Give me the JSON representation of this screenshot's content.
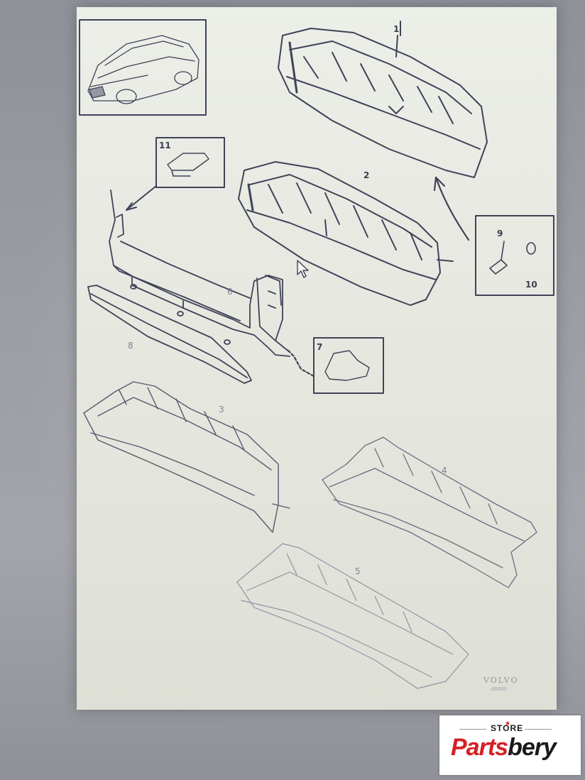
{
  "diagram": {
    "callouts": [
      {
        "id": "c1",
        "text": "1"
      },
      {
        "id": "c2",
        "text": "2"
      },
      {
        "id": "c3",
        "text": "3"
      },
      {
        "id": "c4",
        "text": "4"
      },
      {
        "id": "c5",
        "text": "5"
      },
      {
        "id": "c6",
        "text": "6"
      },
      {
        "id": "c7",
        "text": "7"
      },
      {
        "id": "c8",
        "text": "8"
      },
      {
        "id": "c9",
        "text": "9"
      },
      {
        "id": "c10",
        "text": "10"
      },
      {
        "id": "c11",
        "text": "11"
      }
    ],
    "brand_mark": "VOLVO",
    "brand_code": "00000"
  },
  "watermark": {
    "store_label": "STORE",
    "name_part1": "Parts",
    "name_part2": "bery",
    "accent_color": "#d61f26"
  },
  "colors": {
    "line": "#3f4357",
    "faint_line": "#8a8fa3",
    "paper": "#e8e9e2"
  }
}
